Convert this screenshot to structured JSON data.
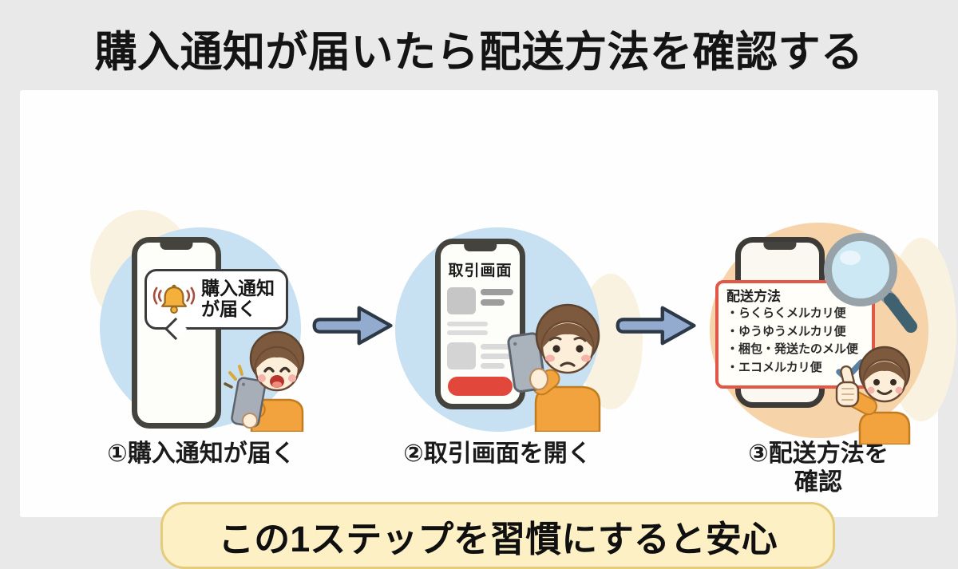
{
  "title": "購入通知が届いたら配送方法を確認する",
  "step1": {
    "caption": "①購入通知が届く",
    "notification_line1": "購入通知",
    "notification_line2": "が届く"
  },
  "step2": {
    "caption": "②取引画面を開く",
    "screen_title": "取引画面"
  },
  "step3": {
    "caption_line1": "③配送方法を",
    "caption_line2": "確認",
    "panel_title": "配送方法",
    "bullet": "・",
    "items": [
      "らくらくメルカリ便",
      "ゆうゆうメルカリ便",
      "梱包・発送たのメル便",
      "エコメルカリ便"
    ]
  },
  "banner_label": "この1ステップを習慣にすると安心",
  "icons": {
    "bell": "bell-icon",
    "magnifier": "magnifier-icon",
    "check": "check-icon",
    "arrow": "arrow-right-icon"
  },
  "colors": {
    "background": "#e9e9e9",
    "card": "#fefefe",
    "step_circle_blue": "#c7e0f2",
    "step_circle_orange": "#f6d3a8",
    "arrow_fill": "#93abce",
    "banner_fill": "#fcf0c4",
    "banner_border": "#e6cb7b",
    "panel_border": "#e15748",
    "accent_red": "#e2473c",
    "bell_gold": "#f3b13c",
    "check_blue": "#5b80a5",
    "shirt_orange": "#f2a33d",
    "hair_brown": "#7d5a3e"
  }
}
